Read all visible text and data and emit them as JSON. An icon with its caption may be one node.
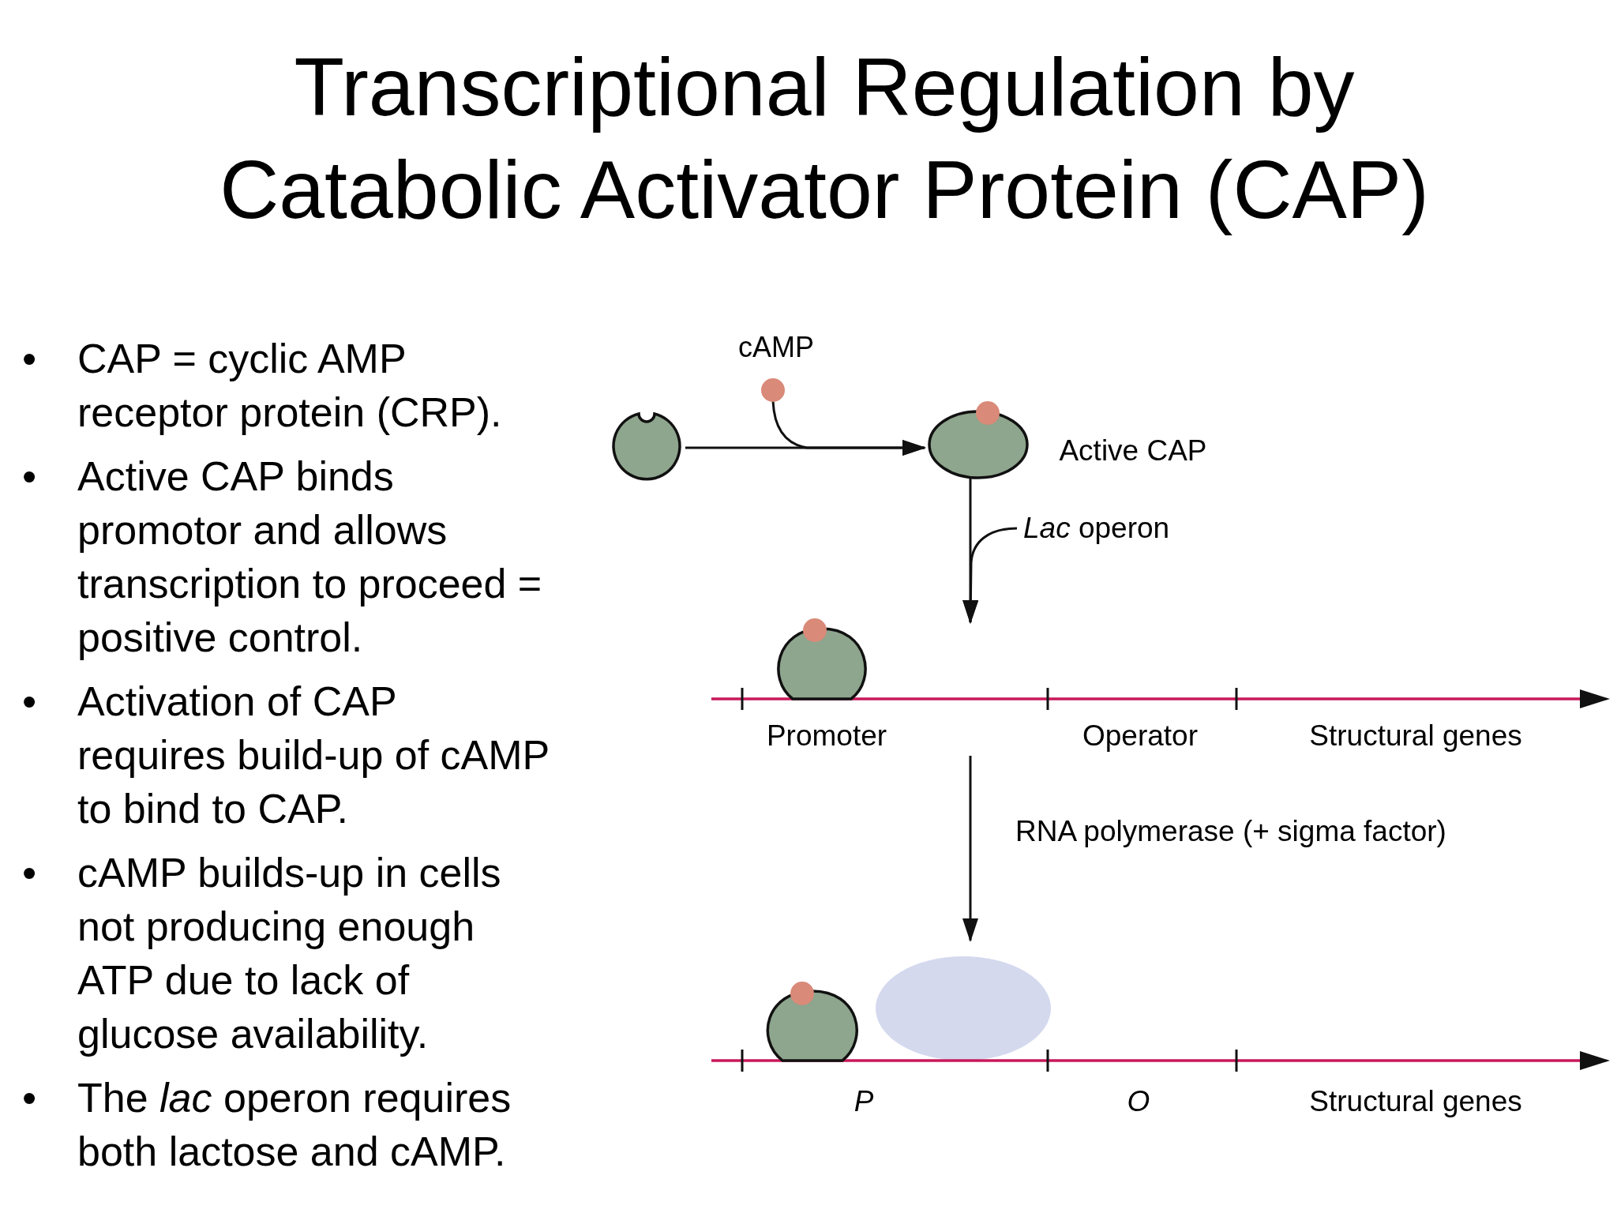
{
  "diagram": {
    "title": "Transcriptional Regulation by Catabolic Activator Protein (CAP)",
    "nodes": [
      {
        "text": [],
        "shape": "circle"
      },
      {
        "text": [
          "cAMP"
        ]
      },
      {
        "text": [],
        "shape": "circle",
        "beside": [
          "Active CAP"
        ]
      },
      {
        "text": [
          "*Lac* operon"
        ]
      },
      {
        "text": [],
        "shape": "bar",
        "beside": [
          "Promoter",
          "Operator",
          "Structural genes"
        ]
      },
      {
        "text": [],
        "shape": "bar",
        "beside": [
          "P",
          "O",
          "Structural genes"
        ]
      }
    ],
    "edges": [
      {
        "from": 0,
        "to": 2,
        "arrow": "to"
      },
      {
        "from": 1,
        "to": 2,
        "arrow": "to"
      },
      {
        "from": 2,
        "to": 4,
        "arrow": "to"
      },
      {
        "from": 3,
        "to": 4,
        "arrow": "to"
      },
      {
        "from": 4,
        "to": 5,
        "arrow": "to",
        "label": "RNA polymerase (+ sigma factor)"
      }
    ],
    "labels": [
      "•",
      "CAP = cyclic AMP receptor protein (CRP).",
      "•",
      "Active CAP binds promotor and allows transcription to proceed = positive control.",
      "•",
      "Activation of CAP requires build-up of cAMP to bind to CAP.",
      "•",
      "cAMP builds-up in cells not producing enough ATP due to lack of glucose availability.",
      "•",
      "The *lac* operon requires both lactose and cAMP."
    ]
  }
}
